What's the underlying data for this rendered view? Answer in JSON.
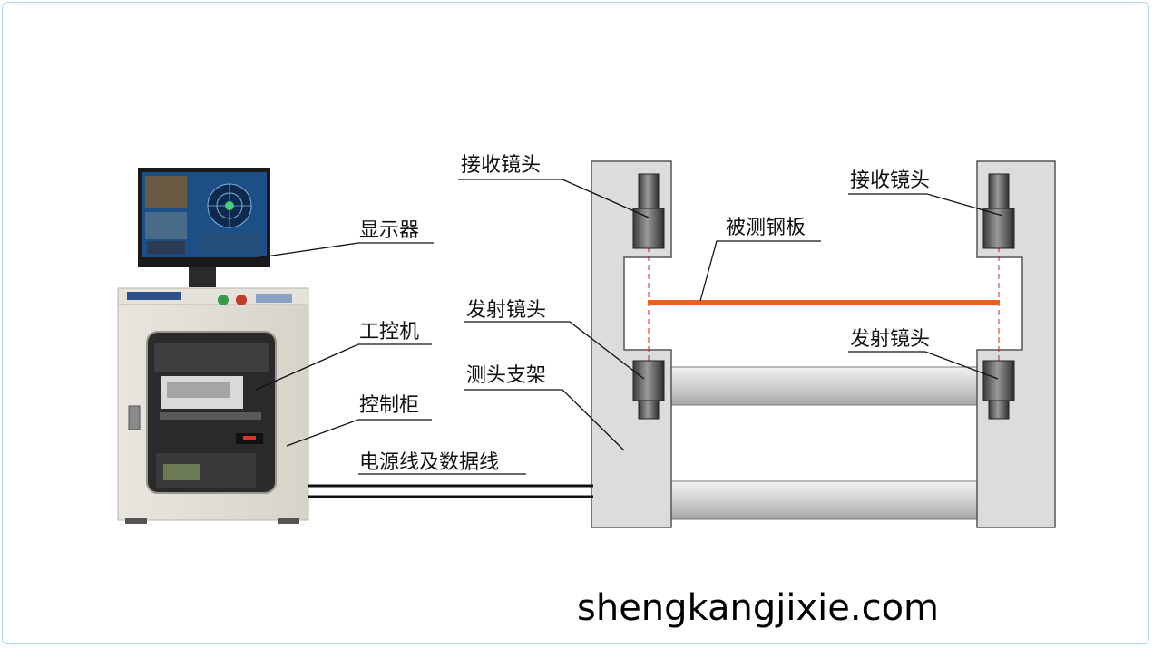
{
  "labels": {
    "display": "显示器",
    "ipc": "工控机",
    "cabinet": "控制柜",
    "cables": "电源线及数据线",
    "receiver_left": "接收镜头",
    "receiver_right": "接收镜头",
    "emitter_left": "发射镜头",
    "emitter_right": "发射镜头",
    "steel_plate": "被测钢板",
    "probe_frame": "测头支架"
  },
  "watermark": "shengkangjixie.com",
  "colors": {
    "frame_fill": "#dcdcdc",
    "frame_stroke": "#555555",
    "laser": "#e8621c",
    "beam": "#d42020",
    "border": "#a9d6e8"
  }
}
